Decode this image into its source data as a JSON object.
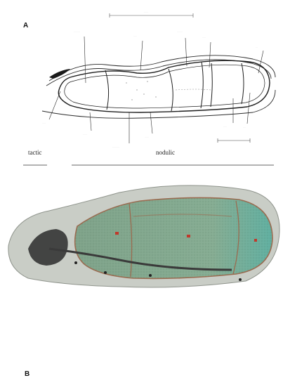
{
  "panel_a": {
    "letter": "A",
    "region_left_label": "tactic",
    "region_right_label": "nodulic"
  },
  "panel_b": {
    "letter": "B"
  },
  "colors": {
    "line": "#2a2a2a",
    "tissue_green": "#7fa38a",
    "tissue_teal": "#6fb3a6",
    "tissue_dark": "#2b2b2b",
    "marker_red": "#c0392b",
    "membrane_brown": "#9a6b50"
  }
}
